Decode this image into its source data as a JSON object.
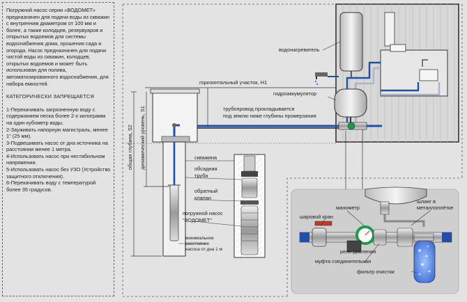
{
  "info": {
    "description": "Погружной насос серии «ВОДОМЕТ» предназначен для подачи воды из скважин с внутренним диаметром от 100 мм и более, а также колодцев, резервуаров и открытых водоемов для системы водоснабжения дома, орошения сада и огорода. Насос предназначен для подачи чистой воды из скважин, колодцев, открытых водоемов и может быть использован для полива, автоматизированного водоснабжения, для набора емкостей.",
    "warning_title": "КАТЕГОРИЧЕСКИ ЗАПРЕЩАЕТСЯ",
    "rules": [
      "1-Перекачивать загрязненную воду с содержанием песка более 2-х килограмм на один кубометр воды.",
      "2-Зауживать напорную магистраль, менее 1\" (25 мм).",
      "3-Подвешивать насос от дна источника на расстоянии менее 1 метра.",
      "4-Использовать насос при нестабильном напряжении.",
      "5-Использовать насос без УЗО (Устройство защитного отключения).",
      "6-Перекачивать воду с температурой более 35 градусов."
    ]
  },
  "labels": {
    "water_heater": "водонагреватель",
    "horizontal": "горизонтальный участок, Н1",
    "accumulator": "гидроаккумулятор",
    "pipeline_1": "трубопровод прокладывается",
    "pipeline_2": "под землю ниже глубины промерзания",
    "total_depth": "общая глубина, S2",
    "dynamic_level": "динамический уровень, S1",
    "well": "скважина",
    "casing_1": "обсадная",
    "casing_2": "труба",
    "check_valve_1": "обратный",
    "check_valve_2": "клапан",
    "pump_1": "погружной насос",
    "pump_2": "\"ВОДОМЕТ\"",
    "min_dist_1": "минимальное",
    "min_dist_2": "расстояние",
    "min_dist_3": "насоса от дна 1 м",
    "manometer": "манометр",
    "ball_valve": "шаровой кран",
    "hose_1": "шланг в",
    "hose_2": "металлоплётке",
    "pressure_relay": "реле давления",
    "coupling": "муфта соединительная",
    "filter": "фильтр очистки"
  },
  "colors": {
    "pipe_blue": "#1f4fa8",
    "wall": "#333333",
    "gauge_green": "#1a9a4a",
    "accent_red": "#c0392b"
  }
}
